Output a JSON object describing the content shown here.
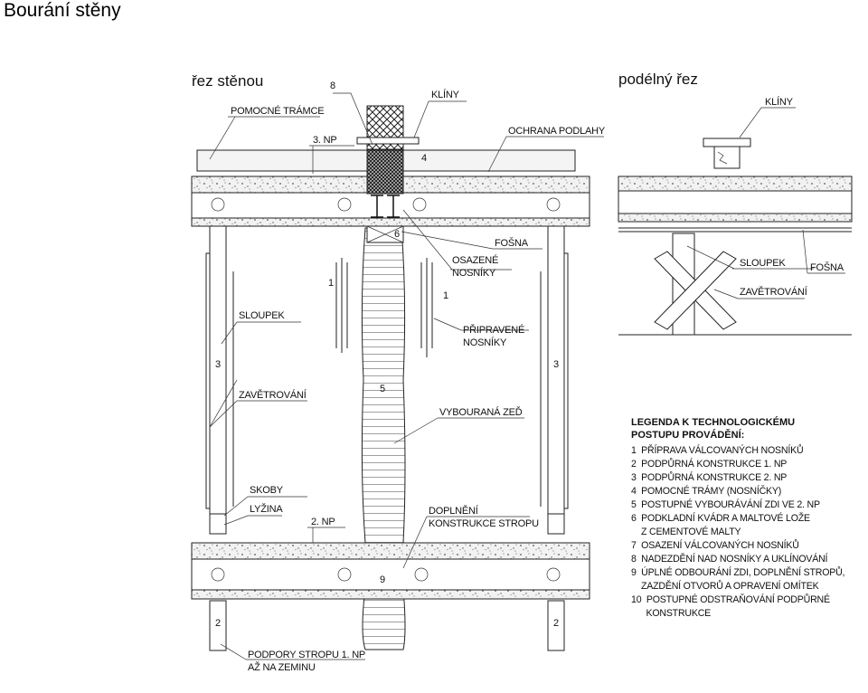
{
  "title": "Bourání stěny",
  "views": {
    "section": "řez stěnou",
    "longitudinal": "podélný řez"
  },
  "labels": {
    "pomocne_tramce": "POMOCNÉ TRÁMCE",
    "floor3": "3. NP",
    "kliny": "KLÍNY",
    "ochrana_podlahy": "OCHRANA PODLAHY",
    "fosna": "FOŠNA",
    "osazene_nosniky_1": "OSAZENÉ",
    "osazene_nosniky_2": "NOSNÍKY",
    "sloupek": "SLOUPEK",
    "pripravene_nosniky_1": "PŘIPRAVENÉ",
    "pripravene_nosniky_2": "NOSNÍKY",
    "zavetrovani": "ZAVĚTROVÁNÍ",
    "vybourana_zed": "VYBOURANÁ ZEĎ",
    "skoby": "SKOBY",
    "lyzina": "LYŽINA",
    "floor2": "2. NP",
    "doplneni_1": "DOPLNĚNÍ",
    "doplneni_2": "KONSTRUKCE STROPU",
    "podpory_1": "PODPORY STROPU 1. NP",
    "podpory_2": "AŽ NA ZEMINU",
    "long_kliny": "KLÍNY",
    "long_sloupek": "SLOUPEK",
    "long_fosna": "FOŠNA",
    "long_zavetrovani": "ZAVĚTROVÁNÍ"
  },
  "numbers": {
    "n8": "8",
    "n4": "4",
    "n6": "6",
    "n1a": "1",
    "n1b": "1",
    "n3a": "3",
    "n3b": "3",
    "n5": "5",
    "n9": "9",
    "n2a": "2",
    "n2b": "2"
  },
  "legend": {
    "title_1": "LEGENDA K TECHNOLOGICKÉMU",
    "title_2": "POSTUPU PROVÁDĚNÍ:",
    "items": [
      "1  PŘÍPRAVA VÁLCOVANÝCH NOSNÍKŮ",
      "2  PODPŮRNÁ KONSTRUKCE 1. NP",
      "3  PODPŮRNÁ KONSTRUKCE 2. NP",
      "4  POMOCNÉ TRÁMY (NOSNÍČKY)",
      "5  POSTUPNÉ VYBOURÁVÁNÍ ZDI VE 2. NP",
      "6  PODKLADNÍ KVÁDR A MALTOVÉ LOŽE",
      "    Z CEMENTOVÉ MALTY",
      "7  OSAZENÍ VÁLCOVANÝCH NOSNÍKŮ",
      "8  NADEZDĚNÍ NAD NOSNÍKY A UKLÍNOVÁNÍ",
      "9  ÚPLNÉ ODBOURÁNÍ ZDI, DOPLNĚNÍ STROPŮ,",
      "    ZAZDĚNÍ OTVORŮ A OPRAVENÍ OMÍTEK",
      "10  POSTUPNÉ ODSTRAŇOVÁNÍ PODPŮRNÉ",
      "      KONSTRUKCE"
    ]
  }
}
